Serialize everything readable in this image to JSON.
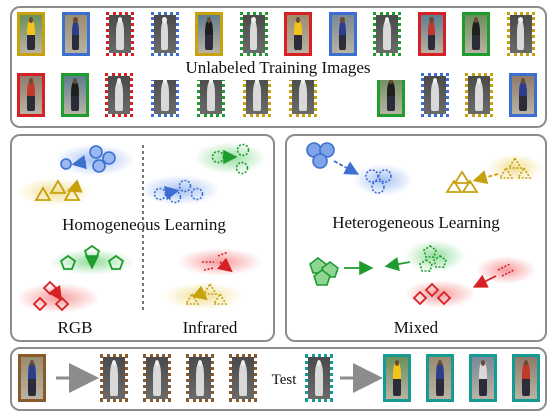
{
  "labels": {
    "unlabeled": "Unlabeled Training Images",
    "homogeneous": "Homogeneous Learning",
    "heterogeneous": "Heterogeneous Learning",
    "rgb": "RGB",
    "infrared": "Infrared",
    "mixed": "Mixed",
    "test": "Test"
  },
  "colors": {
    "blue": "#3d6fd1",
    "green": "#1f9c2e",
    "red": "#d62024",
    "gold": "#c8a10e",
    "teal": "#169a94",
    "brown": "#8a5a2b",
    "panel_border": "#8c8c8c"
  },
  "training_images": {
    "row1": [
      {
        "border": "gold",
        "style": "solid",
        "modality": "rgb"
      },
      {
        "border": "blue",
        "style": "solid",
        "modality": "rgb"
      },
      {
        "border": "red",
        "style": "dotted",
        "modality": "ir"
      },
      {
        "border": "blue",
        "style": "dotted",
        "modality": "ir"
      },
      {
        "border": "gold",
        "style": "solid",
        "modality": "rgb"
      },
      {
        "border": "green",
        "style": "dotted",
        "modality": "ir"
      },
      {
        "border": "red",
        "style": "solid",
        "modality": "rgb"
      },
      {
        "border": "blue",
        "style": "solid",
        "modality": "rgb"
      },
      {
        "border": "green",
        "style": "dotted",
        "modality": "ir"
      },
      {
        "border": "red",
        "style": "solid",
        "modality": "rgb"
      },
      {
        "border": "green",
        "style": "solid",
        "modality": "rgb"
      },
      {
        "border": "gold",
        "style": "dotted",
        "modality": "ir"
      }
    ],
    "row2": [
      {
        "border": "red",
        "style": "solid",
        "modality": "rgb"
      },
      {
        "border": "green",
        "style": "solid",
        "modality": "rgb"
      },
      {
        "border": "red",
        "style": "dotted",
        "modality": "ir"
      },
      {
        "border": "blue",
        "style": "dotted",
        "modality": "ir"
      },
      {
        "border": "green",
        "style": "dotted",
        "modality": "ir"
      },
      {
        "border": "gold",
        "style": "dotted",
        "modality": "ir"
      },
      {
        "border": "gold",
        "style": "dotted",
        "modality": "ir"
      },
      {
        "border": "green",
        "style": "solid",
        "modality": "rgb"
      },
      {
        "border": "blue",
        "style": "dotted",
        "modality": "ir"
      },
      {
        "border": "gold",
        "style": "dotted",
        "modality": "ir"
      },
      {
        "border": "blue",
        "style": "solid",
        "modality": "rgb"
      }
    ]
  },
  "test_images": {
    "query": {
      "border": "brown",
      "style": "solid",
      "modality": "rgb"
    },
    "query_gallery": [
      {
        "border": "brown",
        "style": "dotted",
        "modality": "ir"
      },
      {
        "border": "brown",
        "style": "dotted",
        "modality": "ir"
      },
      {
        "border": "brown",
        "style": "dotted",
        "modality": "ir"
      },
      {
        "border": "brown",
        "style": "dotted",
        "modality": "ir"
      }
    ],
    "probe": {
      "border": "teal",
      "style": "dotted",
      "modality": "ir"
    },
    "probe_gallery": [
      {
        "border": "teal",
        "style": "solid",
        "modality": "rgb"
      },
      {
        "border": "teal",
        "style": "solid",
        "modality": "rgb"
      },
      {
        "border": "teal",
        "style": "solid",
        "modality": "rgb"
      },
      {
        "border": "teal",
        "style": "solid",
        "modality": "rgb"
      }
    ]
  }
}
